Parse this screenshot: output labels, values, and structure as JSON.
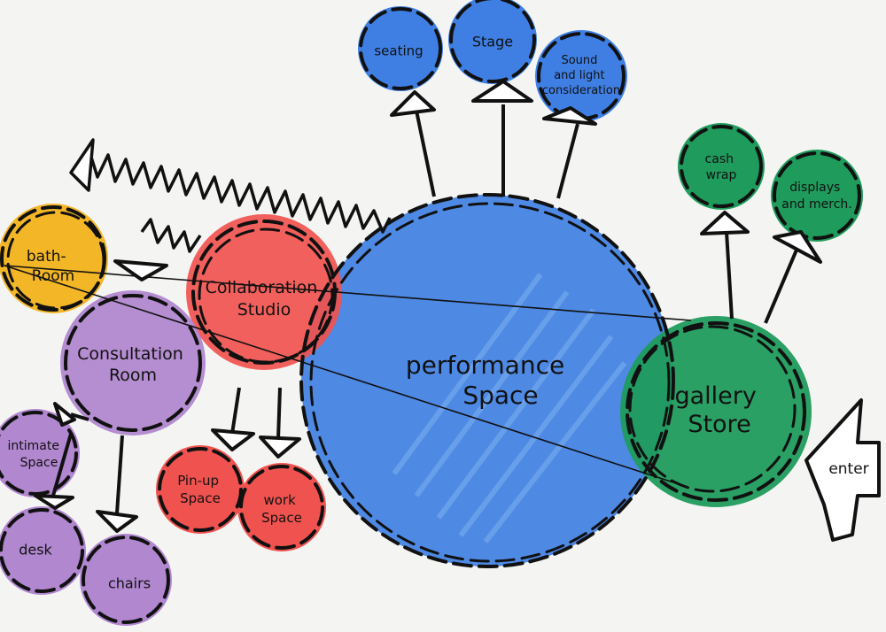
{
  "colors": {
    "blue": "#3f7fe3",
    "green": "#1f9b5c",
    "red": "#f0534f",
    "purple": "#b187cf",
    "yellow": "#f2b21b",
    "ink": "#111111"
  },
  "nodes": {
    "performance": [
      "performance",
      "Space"
    ],
    "gallery": [
      "gallery",
      "Store"
    ],
    "collaboration": [
      "Collaboration",
      "Studio"
    ],
    "consultation": [
      "Consultation",
      "Room"
    ],
    "bathroom": [
      "bath-",
      "Room"
    ],
    "seating": [
      "seating"
    ],
    "stage": [
      "Stage"
    ],
    "sound": [
      "Sound",
      "and light",
      "consideration"
    ],
    "cashwrap": [
      "cash",
      "wrap"
    ],
    "displays": [
      "displays",
      "and merch."
    ],
    "pinup": [
      "Pin-up",
      "Space"
    ],
    "work": [
      "work",
      "Space"
    ],
    "intimate": [
      "intimate",
      "Space"
    ],
    "desk": [
      "desk"
    ],
    "chairs": [
      "chairs"
    ]
  },
  "entry": {
    "label": "enter"
  }
}
